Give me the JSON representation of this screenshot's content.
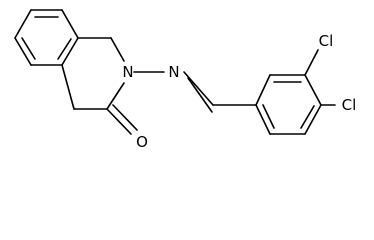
{
  "molecule": {
    "atom_labels": {
      "nitrogen_ring": "N",
      "nitrogen_imine": "N",
      "oxygen": "O",
      "chlorine_meta": "Cl",
      "chlorine_para": "Cl"
    }
  },
  "colors": {
    "ink": "#000000",
    "background": "#ffffff"
  }
}
